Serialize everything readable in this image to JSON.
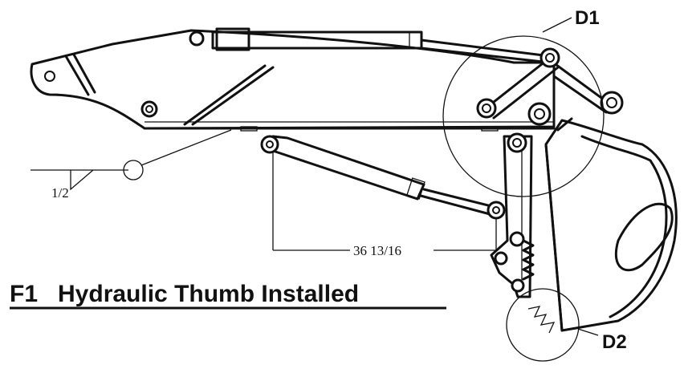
{
  "figure": {
    "title": "F1   Hydraulic Thumb Installed",
    "callouts": {
      "detail_1": "D1",
      "detail_2": "D2"
    },
    "dimensions": {
      "weld_size": "1/2",
      "pin_spacing": "36 13/16"
    }
  }
}
